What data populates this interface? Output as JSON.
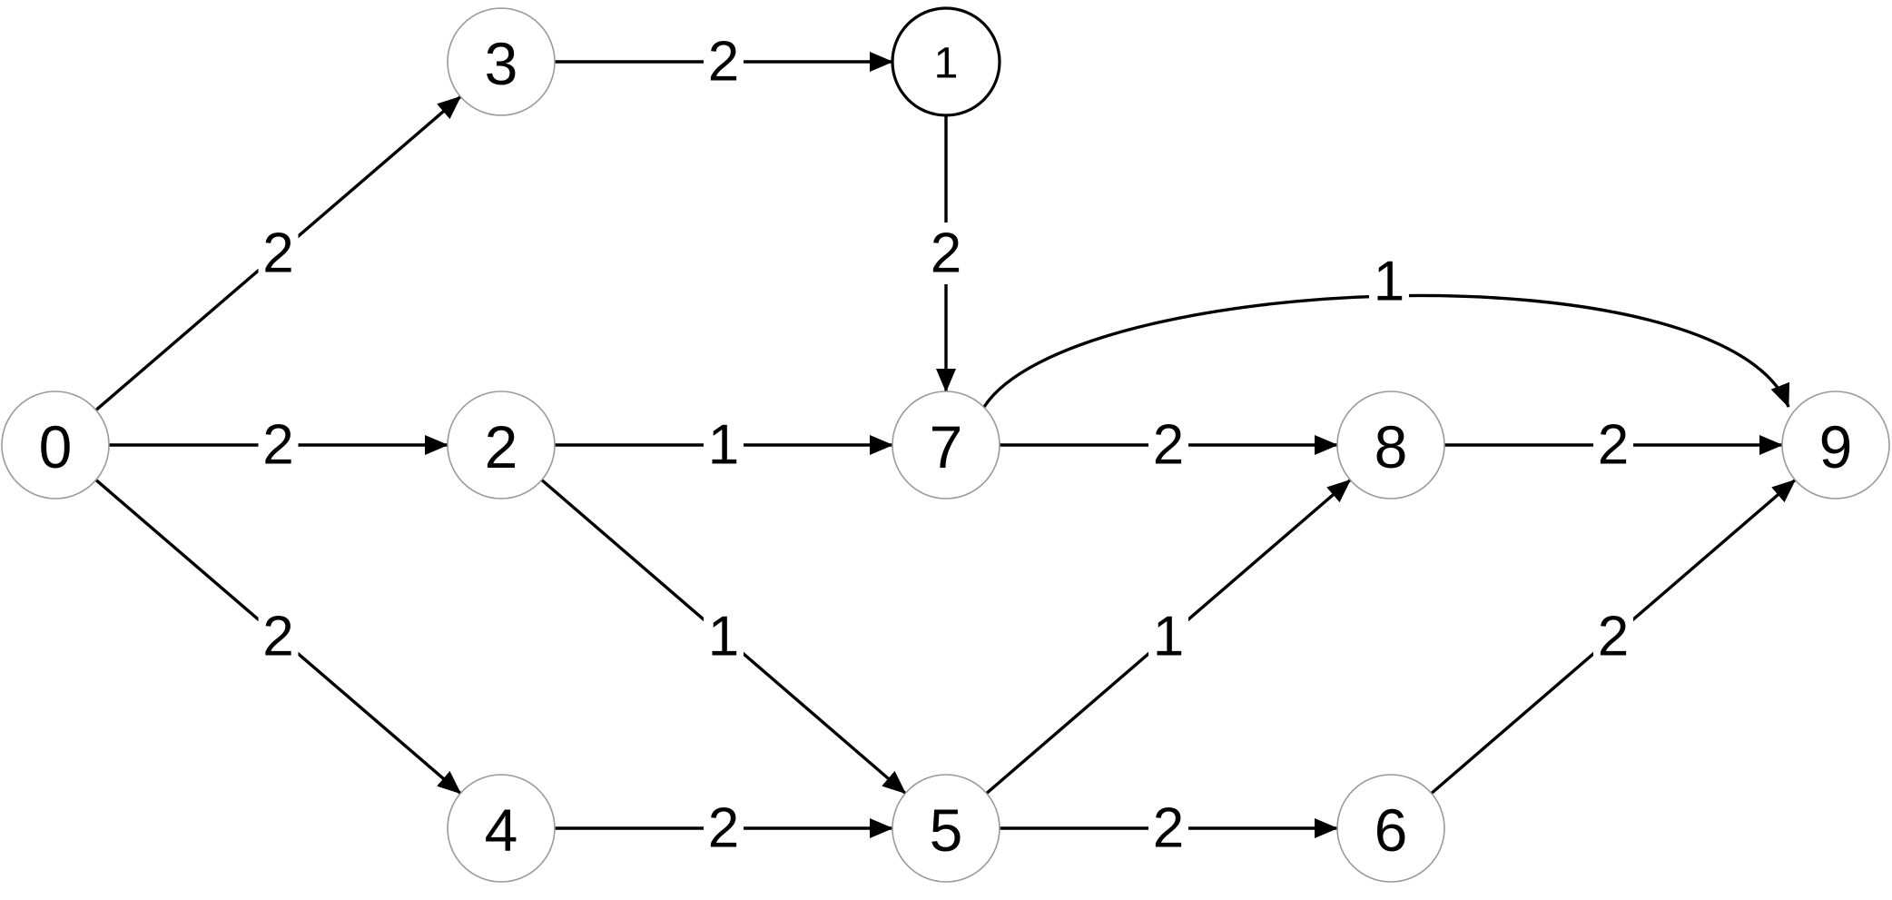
{
  "nodes": [
    {
      "id": "0",
      "label": "0"
    },
    {
      "id": "3",
      "label": "3"
    },
    {
      "id": "1",
      "label": "1"
    },
    {
      "id": "2",
      "label": "2"
    },
    {
      "id": "7",
      "label": "7"
    },
    {
      "id": "8",
      "label": "8"
    },
    {
      "id": "9",
      "label": "9"
    },
    {
      "id": "4",
      "label": "4"
    },
    {
      "id": "5",
      "label": "5"
    },
    {
      "id": "6",
      "label": "6"
    }
  ],
  "edges": [
    {
      "from": "0",
      "to": "3",
      "weight": "2"
    },
    {
      "from": "0",
      "to": "2",
      "weight": "2"
    },
    {
      "from": "0",
      "to": "4",
      "weight": "2"
    },
    {
      "from": "3",
      "to": "1",
      "weight": "2"
    },
    {
      "from": "1",
      "to": "7",
      "weight": "2"
    },
    {
      "from": "2",
      "to": "7",
      "weight": "1"
    },
    {
      "from": "2",
      "to": "5",
      "weight": "1"
    },
    {
      "from": "7",
      "to": "9",
      "weight": "1"
    },
    {
      "from": "7",
      "to": "8",
      "weight": "2"
    },
    {
      "from": "8",
      "to": "9",
      "weight": "2"
    },
    {
      "from": "4",
      "to": "5",
      "weight": "2"
    },
    {
      "from": "5",
      "to": "8",
      "weight": "1"
    },
    {
      "from": "5",
      "to": "6",
      "weight": "2"
    },
    {
      "from": "6",
      "to": "9",
      "weight": "2"
    }
  ]
}
